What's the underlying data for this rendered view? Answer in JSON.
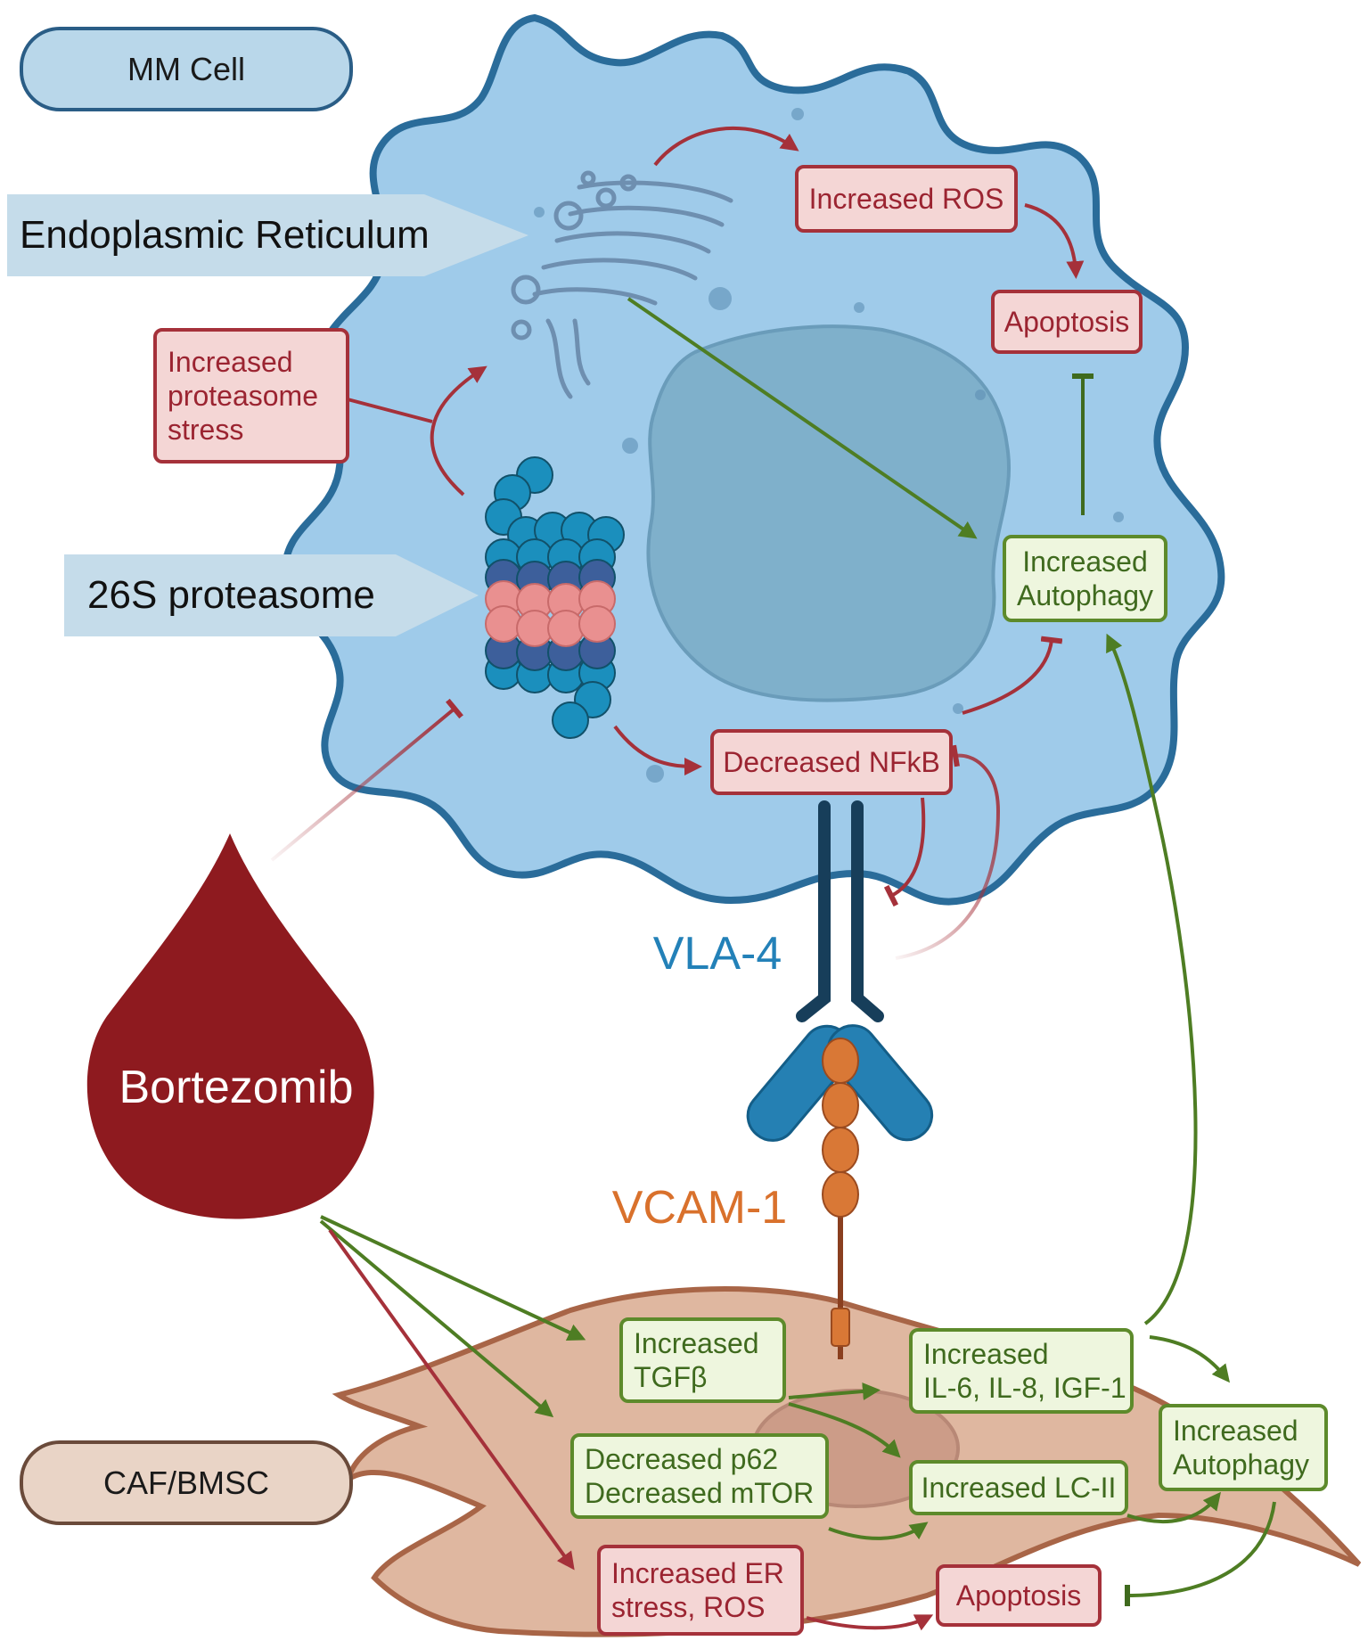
{
  "legend": {
    "mm_cell": "MM Cell",
    "caf_bmsc": "CAF/BMSC"
  },
  "pointers": {
    "er": "Endoplasmic Reticulum",
    "proteasome": "26S proteasome"
  },
  "mm_cell": {
    "increased_ros": "Increased ROS",
    "apoptosis": "Apoptosis",
    "proteasome_stress": [
      "Increased",
      "proteasome",
      "stress"
    ],
    "increased_autophagy": [
      "Increased",
      "Autophagy"
    ],
    "decreased_nfkb": "Decreased NFkB"
  },
  "receptors": {
    "vla4": "VLA-4",
    "vcam1": "VCAM-1"
  },
  "drug": {
    "name": "Bortezomib"
  },
  "caf_cell": {
    "tgfb": [
      "Increased",
      "TGFβ"
    ],
    "il": [
      "Increased",
      "IL-6, IL-8, IGF-1"
    ],
    "autophagy": [
      "Increased",
      "Autophagy"
    ],
    "p62_mtor": [
      "Decreased p62",
      "Decreased mTOR"
    ],
    "lc2": "Increased LC-II",
    "er_stress": [
      "Increased ER",
      "stress, ROS"
    ],
    "apoptosis": "Apoptosis"
  },
  "colors": {
    "red": "#a5313a",
    "green": "#4e7d23",
    "mm_fill": "#9fcbea",
    "caf_fill": "#dfb7a0",
    "drug": "#8e1a1f"
  }
}
